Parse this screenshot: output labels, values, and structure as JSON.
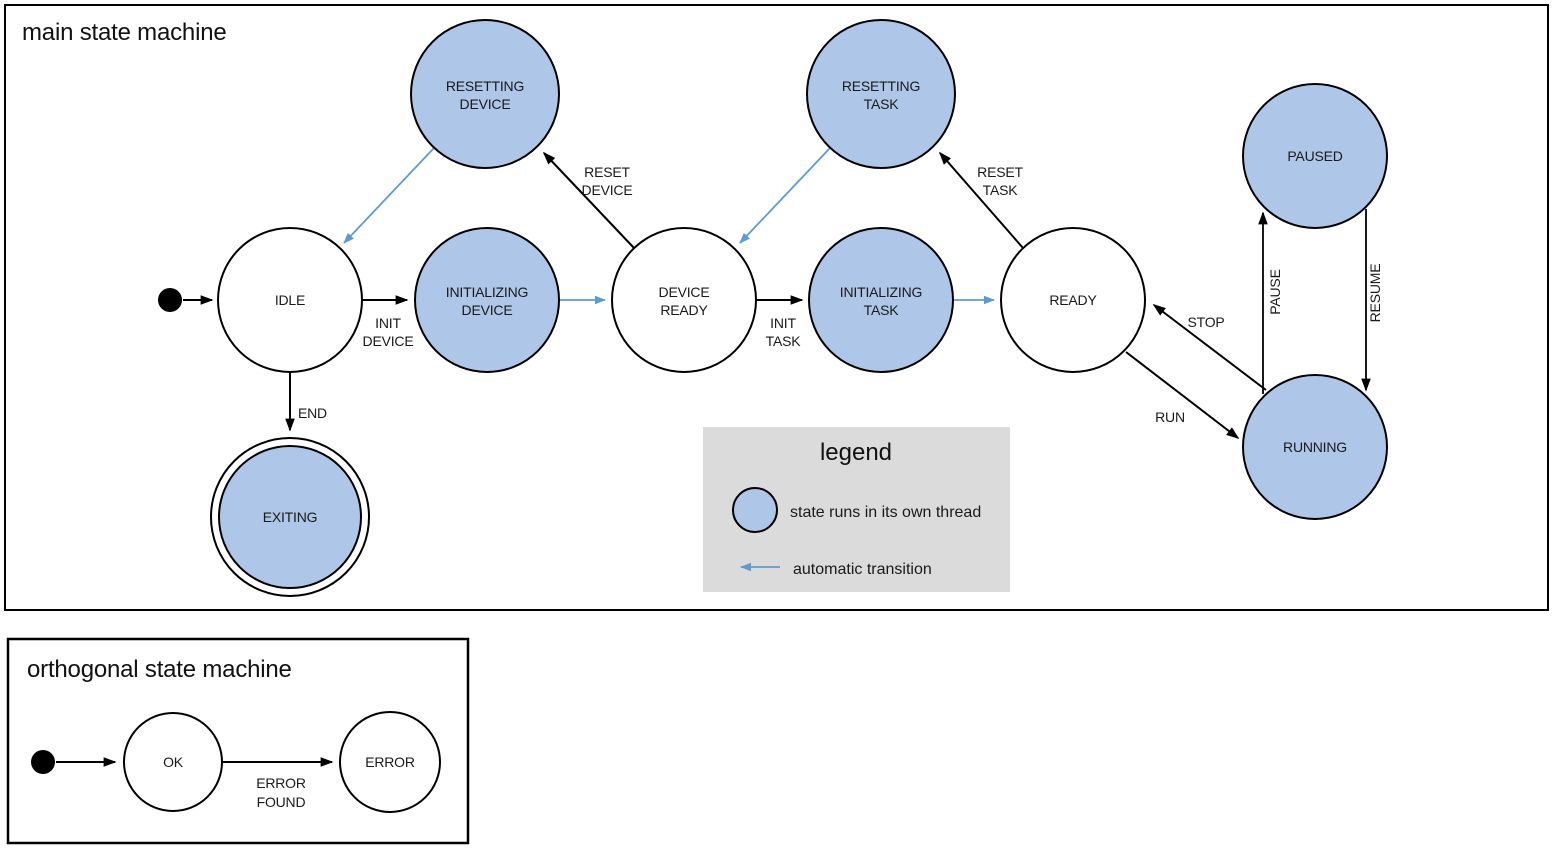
{
  "colors": {
    "thread_fill": "#aec6e8",
    "auto_transition": "#5b9bd5",
    "legend_bg": "#dbdbdb",
    "plain_fill": "#ffffff",
    "stroke": "#000000"
  },
  "main": {
    "title": "main state machine",
    "states": {
      "idle": {
        "label": "IDLE",
        "threaded": false
      },
      "resetting_device": {
        "lines": [
          "RESETTING",
          "DEVICE"
        ],
        "threaded": true
      },
      "initializing_device": {
        "lines": [
          "INITIALIZING",
          "DEVICE"
        ],
        "threaded": true
      },
      "device_ready": {
        "lines": [
          "DEVICE",
          "READY"
        ],
        "threaded": false
      },
      "resetting_task": {
        "lines": [
          "RESETTING",
          "TASK"
        ],
        "threaded": true
      },
      "initializing_task": {
        "lines": [
          "INITIALIZING",
          "TASK"
        ],
        "threaded": true
      },
      "ready": {
        "label": "READY",
        "threaded": false
      },
      "paused": {
        "label": "PAUSED",
        "threaded": true
      },
      "running": {
        "label": "RUNNING",
        "threaded": true
      },
      "exiting": {
        "label": "EXITING",
        "threaded": true,
        "final": true
      }
    },
    "transitions": {
      "init_device": {
        "lines": [
          "INIT",
          "DEVICE"
        ]
      },
      "reset_device": {
        "lines": [
          "RESET",
          "DEVICE"
        ]
      },
      "init_task": {
        "lines": [
          "INIT",
          "TASK"
        ]
      },
      "reset_task": {
        "lines": [
          "RESET",
          "TASK"
        ]
      },
      "stop": {
        "label": "STOP"
      },
      "run": {
        "label": "RUN"
      },
      "pause": {
        "label": "PAUSE"
      },
      "resume": {
        "label": "RESUME"
      },
      "end": {
        "label": "END"
      }
    }
  },
  "legend": {
    "title": "legend",
    "items": [
      {
        "icon": "thread-state-circle-icon",
        "label": "state runs in its own thread"
      },
      {
        "icon": "auto-transition-arrow-icon",
        "label": "automatic transition"
      }
    ]
  },
  "orthogonal": {
    "title": "orthogonal state machine",
    "states": {
      "ok": {
        "label": "OK"
      },
      "error": {
        "label": "ERROR"
      }
    },
    "transitions": {
      "error_found": {
        "lines": [
          "ERROR",
          "FOUND"
        ]
      }
    }
  }
}
